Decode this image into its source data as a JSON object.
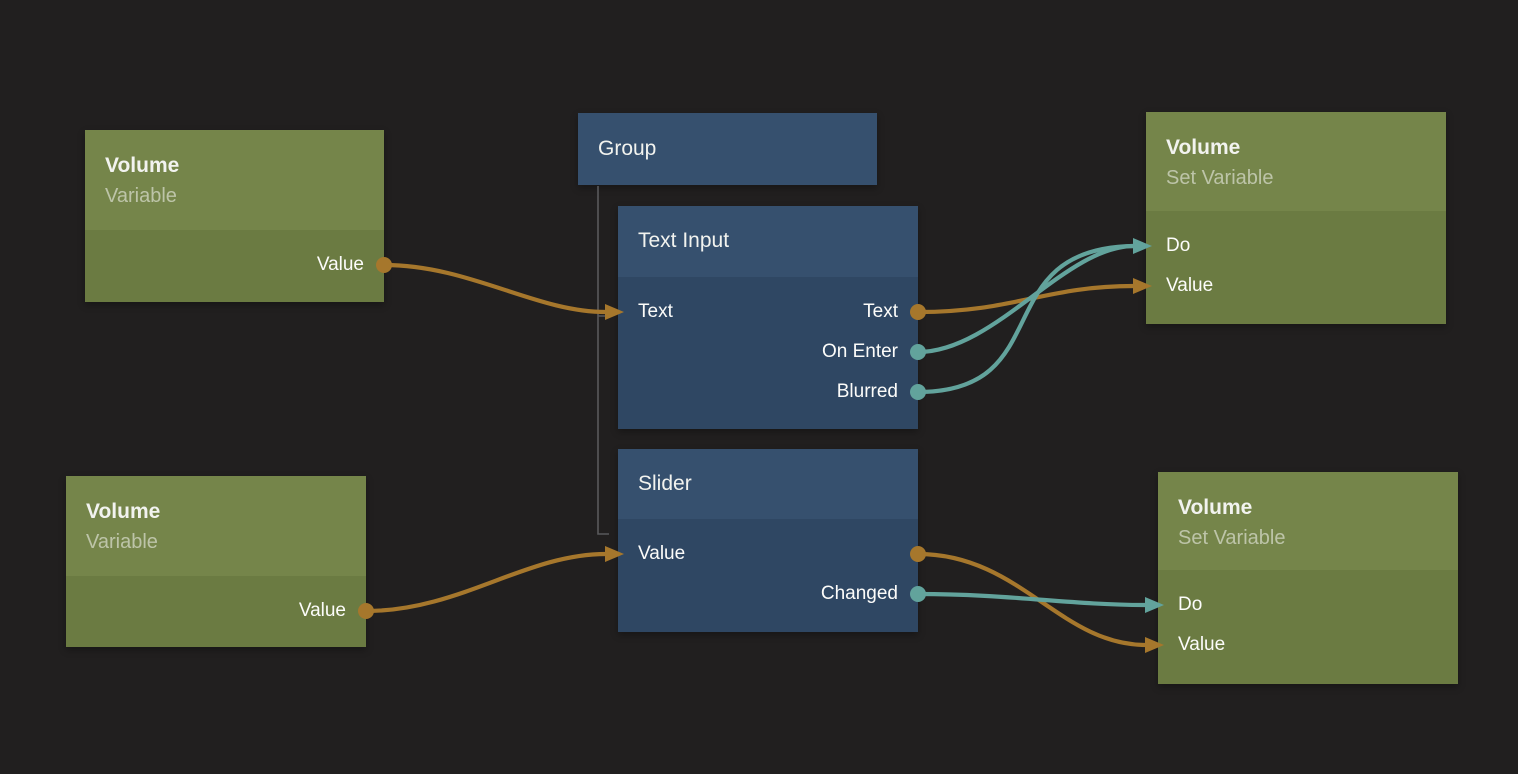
{
  "colors": {
    "canvas_background": "#211f1f",
    "value_wire": "#a6772c",
    "event_wire": "#62a39c",
    "variable_node_header": "#75854a",
    "variable_node_body": "#6b7b42",
    "logic_node_header": "#36506e",
    "logic_node_body": "#2f4763",
    "group_child_line": "#59595b"
  },
  "nodes": {
    "variable_top": {
      "title": "Volume",
      "subtitle": "Variable",
      "outputs": [
        {
          "label": "Value",
          "type": "value"
        }
      ]
    },
    "variable_bottom": {
      "title": "Volume",
      "subtitle": "Variable",
      "outputs": [
        {
          "label": "Value",
          "type": "value"
        }
      ]
    },
    "group": {
      "title": "Group"
    },
    "text_input": {
      "title": "Text Input",
      "inputs": [
        {
          "label": "Text",
          "type": "value"
        }
      ],
      "outputs": [
        {
          "label": "Text",
          "type": "value"
        },
        {
          "label": "On Enter",
          "type": "event"
        },
        {
          "label": "Blurred",
          "type": "event"
        }
      ]
    },
    "slider": {
      "title": "Slider",
      "inputs": [
        {
          "label": "Value",
          "type": "value"
        }
      ],
      "outputs": [
        {
          "label": "",
          "type": "value"
        },
        {
          "label": "Changed",
          "type": "event"
        }
      ]
    },
    "set_variable_top": {
      "title": "Volume",
      "subtitle": "Set Variable",
      "inputs": [
        {
          "label": "Do",
          "type": "event"
        },
        {
          "label": "Value",
          "type": "value"
        }
      ]
    },
    "set_variable_bottom": {
      "title": "Volume",
      "subtitle": "Set Variable",
      "inputs": [
        {
          "label": "Do",
          "type": "event"
        },
        {
          "label": "Value",
          "type": "value"
        }
      ]
    }
  },
  "connections": [
    {
      "from_node": "Volume Variable (top)",
      "from_port": "Value",
      "to_node": "Text Input",
      "to_port": "Text",
      "type": "value"
    },
    {
      "from_node": "Text Input",
      "from_port": "Text",
      "to_node": "Volume Set Variable (top)",
      "to_port": "Value",
      "type": "value"
    },
    {
      "from_node": "Text Input",
      "from_port": "On Enter",
      "to_node": "Volume Set Variable (top)",
      "to_port": "Do",
      "type": "event"
    },
    {
      "from_node": "Text Input",
      "from_port": "Blurred",
      "to_node": "Volume Set Variable (top)",
      "to_port": "Do",
      "type": "event"
    },
    {
      "from_node": "Volume Variable (bottom)",
      "from_port": "Value",
      "to_node": "Slider",
      "to_port": "Value",
      "type": "value"
    },
    {
      "from_node": "Slider",
      "from_port": "Value",
      "to_node": "Volume Set Variable (bottom)",
      "to_port": "Value",
      "type": "value"
    },
    {
      "from_node": "Slider",
      "from_port": "Changed",
      "to_node": "Volume Set Variable (bottom)",
      "to_port": "Do",
      "type": "event"
    },
    {
      "from_node": "Group",
      "children": [
        "Text Input",
        "Slider"
      ],
      "type": "group-membership"
    }
  ]
}
